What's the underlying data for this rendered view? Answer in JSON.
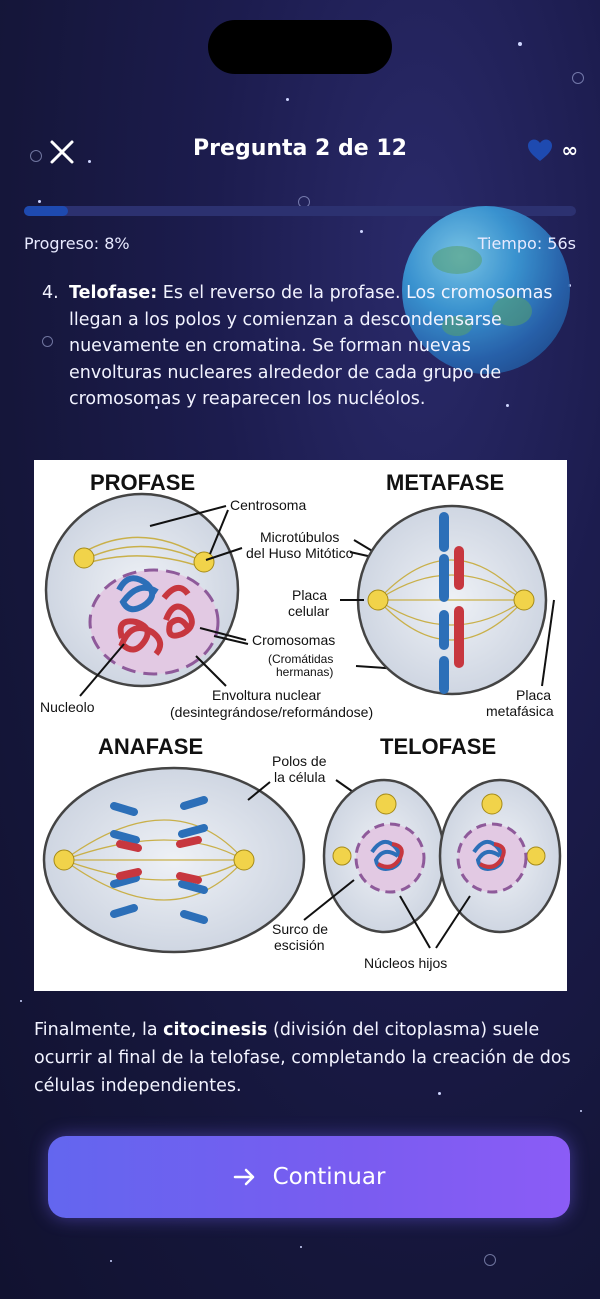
{
  "header": {
    "title": "Pregunta 2 de 12",
    "lives": "∞",
    "close_icon": "close-icon",
    "heart_icon": "heart-icon",
    "heart_color": "#1e4ab0"
  },
  "progress": {
    "fraction": 0.08,
    "label": "Progreso: 8%",
    "time": "Tiempo: 56s"
  },
  "content": {
    "item_number": "4.",
    "item_term": "Telofase:",
    "item_text": " Es el reverso de la profase. Los cromosomas llegan a los polos y comienzan a descondensarse nuevamente en cromatina. Se forman nuevas envolturas nucleares alrededor de cada grupo de cromosomas y reaparecen los nucléolos.",
    "final_pre": "Finalmente, la ",
    "final_term": "citocinesis",
    "final_post": " (división del citoplasma) suele ocurrir al final de la telofase, completando la creación de dos células independientes."
  },
  "figure": {
    "profase": "PROFASE",
    "metafase": "METAFASE",
    "anafase": "ANAFASE",
    "telofase": "TELOFASE",
    "centrosoma": "Centrosoma",
    "microtubulos_1": "Microtúbulos",
    "microtubulos_2": "del Huso Mitótico",
    "placa_celular_1": "Placa",
    "placa_celular_2": "celular",
    "cromosomas": "Cromosomas",
    "cromatidas_1": "(Cromátidas",
    "cromatidas_2": "hermanas)",
    "nucleolo": "Nucleolo",
    "envoltura_1": "Envoltura nuclear",
    "envoltura_2": "(desintegrándose/reformándose)",
    "placa_metafasica_1": "Placa",
    "placa_metafasica_2": "metafásica",
    "polos_1": "Polos de",
    "polos_2": "la célula",
    "surco_1": "Surco de",
    "surco_2": "escisión",
    "nucleos_hijos": "Núcleos hijos"
  },
  "button": {
    "label": "Continuar",
    "icon": "arrow-right-icon"
  }
}
